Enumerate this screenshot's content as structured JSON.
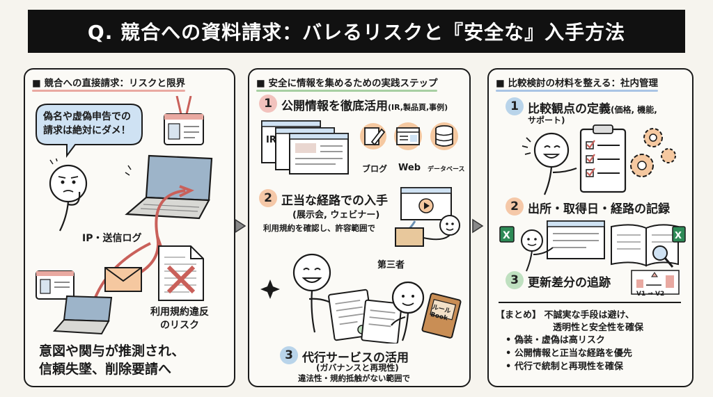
{
  "title": "Q. 競合への資料請求：バレるリスクと『安全な』入手方法",
  "panel1": {
    "heading": "■ 競合への直接請求：リスクと限界",
    "bubble_line1": "偽名や虚偽申告での",
    "bubble_line2": "請求は絶対にダメ！",
    "log_label": "IP・送信ログ",
    "doc_label_line1": "利用規約違反",
    "doc_label_line2": "のリスク",
    "conclusion_line1": "意図や関与が推測され、",
    "conclusion_line2": "信頼失墜、削除要請へ"
  },
  "panel2": {
    "heading": "■ 安全に情報を集めるための実践ステップ",
    "step1": {
      "num": "1",
      "title": "公開情報を徹底活用",
      "sub": "(IR,製品頁,事例)",
      "icon_ir": "IR",
      "label_blog": "ブログ",
      "label_web": "Web",
      "label_db": "データベース"
    },
    "step2": {
      "num": "2",
      "title": "正当な経路での入手",
      "sub": "(展示会, ウェビナー)",
      "note": "利用規約を確認し、許容範囲で"
    },
    "step3": {
      "num": "3",
      "title": "代行サービスの活用",
      "sub": "(ガバナンスと再現性)",
      "note": "違法性・規約抵触がない範囲で",
      "third_party": "第三者",
      "book_line1": "ルール",
      "book_line2": "Book"
    }
  },
  "panel3": {
    "heading": "■ 比較検討の材料を整える：社内管理",
    "step1": {
      "num": "1",
      "title_line1": "比較観点の定義",
      "title_sub": "(価格, 機能,",
      "title_line2": "サポート)"
    },
    "step2": {
      "num": "2",
      "title": "出所・取得日・経路の記録"
    },
    "step3": {
      "num": "3",
      "title": "更新差分の追跡",
      "v1": "V1",
      "v2": "V2"
    },
    "summary": {
      "lead": "【まとめ】 不誠実な手段は避け、",
      "lead2": "透明性と安全性を確保",
      "bullets": [
        "• 偽装・虚偽は高リスク",
        "• 公開情報と正当な経路を優先",
        "• 代行で統制と再現性を確保"
      ]
    }
  },
  "colors": {
    "red": "#c9605a",
    "pink_line": "#e9a9a1",
    "green_line": "#a7cfa2",
    "blue_line": "#a9c4e4",
    "num1": "#f2c2bd",
    "num2": "#f5c8a8",
    "num3": "#b9d4ea",
    "num3b": "#bfe0c0"
  }
}
